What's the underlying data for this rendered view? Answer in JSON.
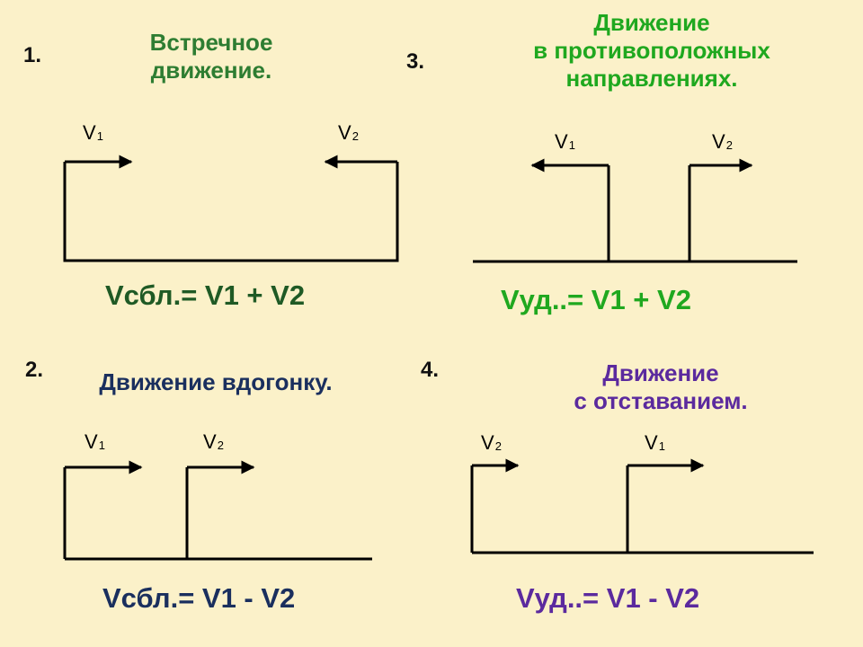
{
  "colors": {
    "background": "#fbf1c9",
    "green_title": "#2e7d32",
    "bright_green": "#1fa81f",
    "dark_green": "#1f5a25",
    "navy": "#1a2f5e",
    "purple": "#5b2a9e",
    "line": "#000000"
  },
  "panels": [
    {
      "number": "1.",
      "title": "Встречное\nдвижение.",
      "formula": "Vсбл.= V1 + V2",
      "v_labels": [
        {
          "base": "V",
          "sub": "1"
        },
        {
          "base": "V",
          "sub": "2"
        }
      ]
    },
    {
      "number": "2.",
      "title": "Движение вдогонку.",
      "formula": "Vсбл.= V1 - V2",
      "v_labels": [
        {
          "base": "V",
          "sub": "1"
        },
        {
          "base": "V",
          "sub": "2"
        }
      ]
    },
    {
      "number": "3.",
      "title": "Движение\nв противоположных\nнаправлениях.",
      "formula": "Vуд..= V1 + V2",
      "v_labels": [
        {
          "base": "V",
          "sub": "1"
        },
        {
          "base": "V",
          "sub": "2"
        }
      ]
    },
    {
      "number": "4.",
      "title": "Движение\nс отставанием.",
      "formula": "Vуд..= V1 - V2",
      "v_labels": [
        {
          "base": "V",
          "sub": "2"
        },
        {
          "base": "V",
          "sub": "1"
        }
      ]
    }
  ]
}
